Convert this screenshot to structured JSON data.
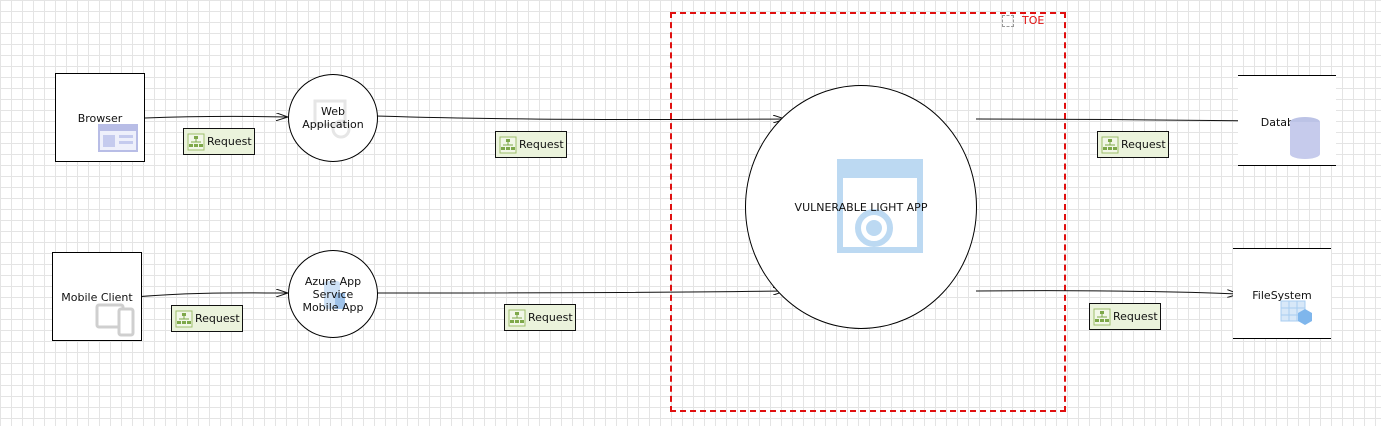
{
  "diagram": {
    "boundary": {
      "label": "TOE"
    },
    "external_entities": [
      {
        "id": "browser",
        "label": "Browser",
        "icon": "browser-icon"
      },
      {
        "id": "mobile",
        "label": "Mobile Client",
        "icon": "mobile-devices-icon"
      }
    ],
    "processes": [
      {
        "id": "webapp",
        "label": "Web Application",
        "icon": "web-app-icon"
      },
      {
        "id": "azure",
        "label": "Azure App Service Mobile App",
        "icon": "azure-mobile-icon"
      },
      {
        "id": "vla",
        "label": "VULNERABLE LIGHT APP",
        "icon": "app-window-icon"
      }
    ],
    "data_stores": [
      {
        "id": "database",
        "label": "Database",
        "icon": "database-cylinder-icon"
      },
      {
        "id": "filesystem",
        "label": "FileSystem",
        "icon": "filesystem-icon"
      }
    ],
    "flows": [
      {
        "from": "browser",
        "to": "webapp",
        "label": "Request"
      },
      {
        "from": "webapp",
        "to": "vla",
        "label": "Request"
      },
      {
        "from": "vla",
        "to": "database",
        "label": "Request"
      },
      {
        "from": "mobile",
        "to": "azure",
        "label": "Request"
      },
      {
        "from": "azure",
        "to": "vla",
        "label": "Request"
      },
      {
        "from": "vla",
        "to": "filesystem",
        "label": "Request"
      }
    ],
    "colors": {
      "boundary": "#e01010",
      "flow_label_bg": "#ebf3dc",
      "grid": "#e4e4e4",
      "icon_tint": "#b9d4ee"
    }
  }
}
